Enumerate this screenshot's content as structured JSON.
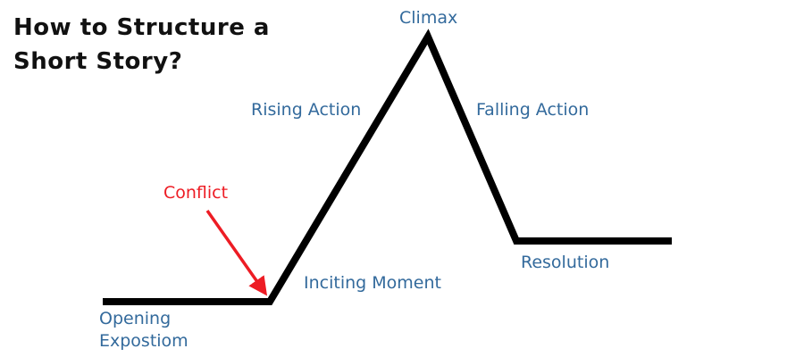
{
  "title": {
    "line1": "How to Structure a",
    "line2": "Short Story?"
  },
  "diagram": {
    "labels": {
      "climax": "Climax",
      "rising_action": "Rising Action",
      "falling_action": "Falling Action",
      "conflict": "Conflict",
      "inciting_moment": "Inciting Moment",
      "resolution": "Resolution",
      "opening_line1": "Opening",
      "opening_line2": "Expostiom"
    },
    "stage_sequence": [
      "Opening Expostiom",
      "Conflict",
      "Inciting Moment",
      "Rising Action",
      "Climax",
      "Falling Action",
      "Resolution"
    ],
    "colors": {
      "plot_line": "#000000",
      "stage_label_blue": "#336a9c",
      "conflict_red": "#ed1c24",
      "title_black": "#111111",
      "background": "#ffffff"
    }
  }
}
